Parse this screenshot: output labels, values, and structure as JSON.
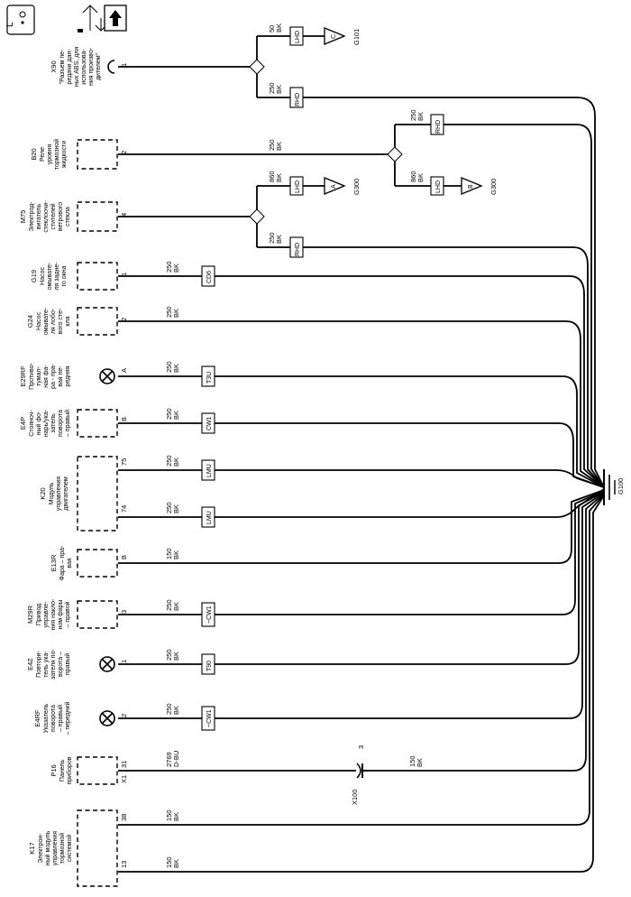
{
  "header": {
    "loc_icon": "location-icon",
    "service_icon": "service-arrows-icon",
    "up_icon": "up-arrow-icon"
  },
  "components": {
    "x90": {
      "name": "X90",
      "desc": [
        "\"Разъем пе-",
        "редачи дан-",
        "ных ABS, для",
        "использова-",
        "ния произво-",
        "дителем\""
      ],
      "pin": "1"
    },
    "b20": {
      "name": "B20",
      "desc": [
        "Реле",
        "уровня",
        "тормозной",
        "жидкости"
      ],
      "pin": "2"
    },
    "m75": {
      "name": "M75",
      "desc": [
        "Электрод-",
        "вигатель",
        "стеклоочи-",
        "стителей",
        "ветрового",
        "стекла"
      ],
      "pin": "4"
    },
    "g19": {
      "name": "G19",
      "desc": [
        "Насос",
        "омывате-",
        "ля задне-",
        "го окна"
      ],
      "pin": "1"
    },
    "g24": {
      "name": "G24",
      "desc": [
        "Насос",
        "омывате-",
        "ля лобо-",
        "вого сте-",
        "кла"
      ],
      "pin": "2"
    },
    "e29rf": {
      "name": "E29RF",
      "desc": [
        "Противо-",
        "тумал-",
        "ная фа-",
        "ра - пра-",
        "вая пе-",
        "редняя"
      ],
      "pin": "A"
    },
    "e4p": {
      "name": "E4P",
      "desc": [
        "Стояноч-",
        "ный фо-",
        "нарь/ука-",
        "затель",
        "поворота",
        "– правый"
      ],
      "pin": "B"
    },
    "k20": {
      "name": "K20",
      "desc": [
        "Модуль",
        "управления",
        "двигателем"
      ],
      "pin_a": "75",
      "pin_b": "74"
    },
    "e13r": {
      "name": "E13R",
      "desc": [
        "Фара – пра-",
        "вая"
      ],
      "pin": "B"
    },
    "m29r": {
      "name": "M29R",
      "desc": [
        "Привод",
        "управле-",
        "ния накло-",
        "ном фары",
        "– правой"
      ],
      "pin": "3"
    },
    "e4z": {
      "name": "E4Z",
      "desc": [
        "Повтори-",
        "тель ука-",
        "зателя по-",
        "ворота –",
        "правый"
      ],
      "pin": "1"
    },
    "e4rf": {
      "name": "E4RF",
      "desc": [
        "Указатель",
        "поворота",
        "– правый",
        "– передний"
      ],
      "pin": "2"
    },
    "p16": {
      "name": "P16",
      "desc": [
        "Панель",
        "приборов"
      ],
      "conn": "X1",
      "pin": "31"
    },
    "k17": {
      "name": "K17",
      "desc": [
        "Электрон-",
        "ный модуль",
        "управления",
        "тормозной",
        "системой"
      ],
      "pin_a": "38",
      "pin_b": "13"
    }
  },
  "wires": {
    "x90_lhd": {
      "size": "50",
      "color": "BK"
    },
    "x90_rhd": {
      "size": "250",
      "color": "BK"
    },
    "b20_main": {
      "size": "250",
      "color": "BK"
    },
    "b20_rhd": {
      "size": "250",
      "color": "BK"
    },
    "b20_lhd": {
      "size": "860",
      "color": "BK"
    },
    "m75_lhd": {
      "size": "860",
      "color": "BK"
    },
    "m75_rhd": {
      "size": "250",
      "color": "BK"
    },
    "g19": {
      "size": "250",
      "color": "BK"
    },
    "g24": {
      "size": "250",
      "color": "BK"
    },
    "e29rf": {
      "size": "250",
      "color": "BK"
    },
    "e4p": {
      "size": "250",
      "color": "BK"
    },
    "k20_75": {
      "size": "250",
      "color": "BK"
    },
    "k20_74": {
      "size": "250",
      "color": "BK"
    },
    "e13r": {
      "size": "150",
      "color": "BK"
    },
    "m29r": {
      "size": "250",
      "color": "BK"
    },
    "e4z": {
      "size": "250",
      "color": "BK"
    },
    "e4rf": {
      "size": "250",
      "color": "BK"
    },
    "p16": {
      "size": "2769",
      "color": "D-BU"
    },
    "x100_out": {
      "size": "150",
      "color": "BK"
    },
    "k17_38": {
      "size": "150",
      "color": "BK"
    },
    "k17_13": {
      "size": "150",
      "color": "BK"
    }
  },
  "options": {
    "lhd": "LHD",
    "rhd": "RHD"
  },
  "splices": {
    "g19": "CD6",
    "e29rf": "T3U",
    "e4p": "CW1",
    "k20_75": "LMU",
    "k20_74": "LMU",
    "m29r": "~CW1",
    "e4z": "T90",
    "e4rf": "~CW1"
  },
  "grounds": {
    "g101": "G101",
    "g300a": "G300",
    "g300b": "G300",
    "g100": "G100"
  },
  "ground_refs": {
    "c": "C",
    "a": "A",
    "b": "B"
  },
  "inline_connector": {
    "name": "X100",
    "pin": "3"
  }
}
